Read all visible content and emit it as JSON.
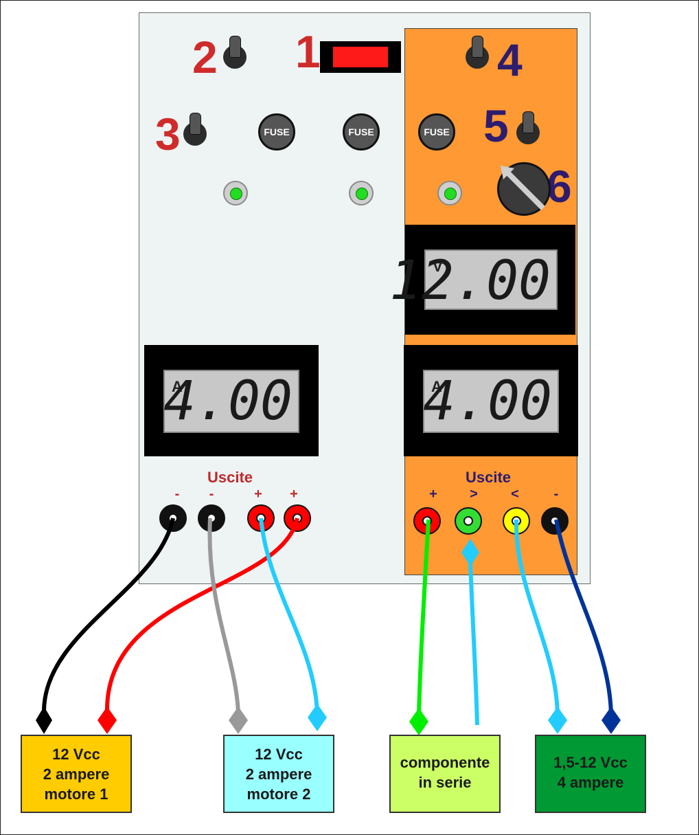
{
  "labels": {
    "n1": "1",
    "n2": "2",
    "n3": "3",
    "n4": "4",
    "n5": "5",
    "n6": "6"
  },
  "fuse_text": "FUSE",
  "meters": {
    "left_amp": {
      "unit": "A",
      "value": "4.00"
    },
    "right_volt": {
      "unit": "V",
      "value": "12.00"
    },
    "right_amp": {
      "unit": "A",
      "value": "4.00"
    }
  },
  "outputs_left": {
    "title": "Uscite",
    "polarity": [
      "-",
      "-",
      "+",
      "+"
    ]
  },
  "outputs_right": {
    "title": "Uscite",
    "polarity": [
      "+",
      ">",
      "<",
      "-"
    ]
  },
  "boxes": [
    {
      "lines": [
        "12 Vcc",
        "2 ampere",
        "motore 1"
      ],
      "color": "#ffcc00"
    },
    {
      "lines": [
        "12 Vcc",
        "2 ampere",
        "motore 2"
      ],
      "color": "#99ffff"
    },
    {
      "lines": [
        "componente",
        "in serie"
      ],
      "color": "#ccff66"
    },
    {
      "lines": [
        "1,5-12 Vcc",
        "4 ampere"
      ],
      "color": "#009933"
    }
  ],
  "colors": {
    "panel": "#eef4f4",
    "orange_section": "#ff9933",
    "wire_black": "#000000",
    "wire_red": "#ff0000",
    "wire_gray": "#999999",
    "wire_cyan": "#22ccff",
    "wire_green": "#00ee00",
    "wire_navy": "#003399"
  }
}
